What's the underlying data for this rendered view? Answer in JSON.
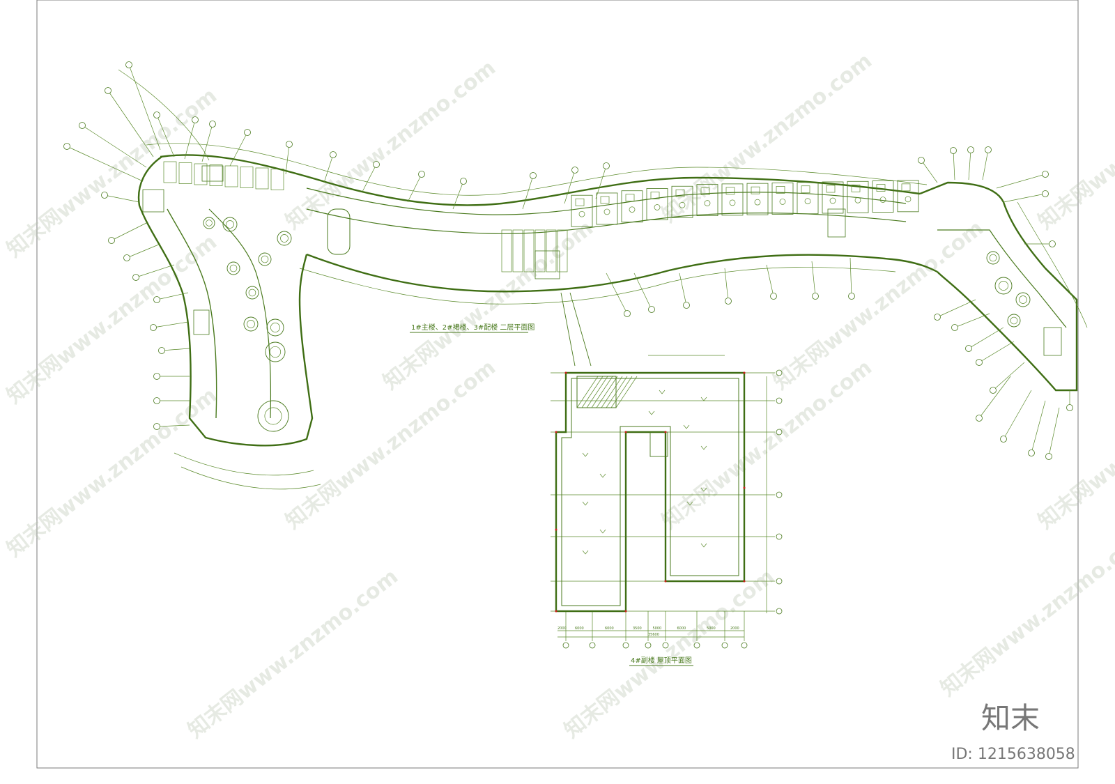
{
  "drawing": {
    "title_main": "1#主楼、2#裙楼、3#配楼 二层平面图",
    "title_roof": "4#副楼 屋顶平面图",
    "line_color": "#4a7a1e"
  },
  "watermark": {
    "text": "知末网www.znzmo.com",
    "color": "#b9c5b0"
  },
  "brand": {
    "logo_text": "知末",
    "id_text": "ID: 1215638058"
  },
  "roof_dimensions": {
    "bottom_row": [
      "2000",
      "6000",
      "6000",
      "3500",
      "5000",
      "6000",
      "5000",
      "2000"
    ],
    "total": "35600"
  }
}
